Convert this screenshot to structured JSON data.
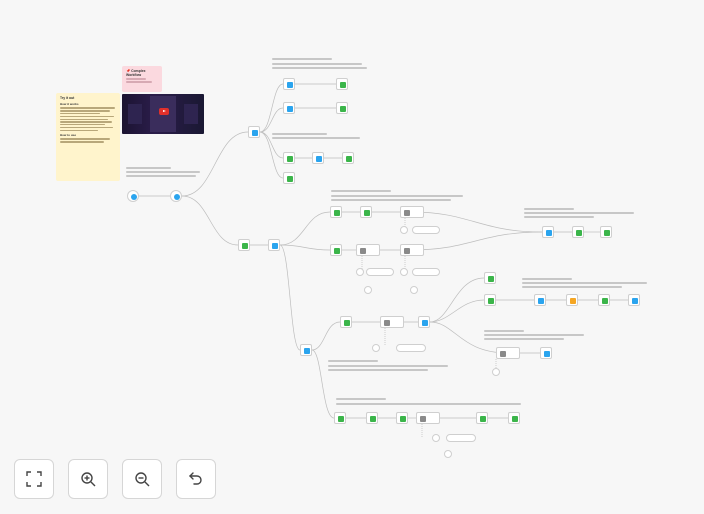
{
  "sticky_try": {
    "title": "Try it out",
    "subtitle": "How it works",
    "bottom_title": "How to use"
  },
  "sticky_workflow": {
    "title": "📌 Complex Workflow"
  },
  "colors": {
    "canvas_bg": "#f7f7f7",
    "sticky_yellow": "#fff4cc",
    "sticky_pink": "#fbd9df",
    "node_green": "#3bb54a",
    "node_blue": "#2aa4ee",
    "node_grey": "#8a8a8a",
    "node_orange": "#f5a623",
    "connector": "#bdbdbd"
  },
  "controls": {
    "fit": "fit-view-icon",
    "zoom_in": "zoom-in-icon",
    "zoom_out": "zoom-out-icon",
    "undo": "undo-icon"
  }
}
